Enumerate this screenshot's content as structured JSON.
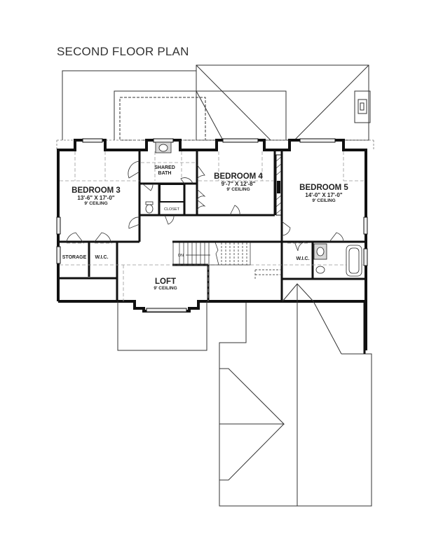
{
  "plan": {
    "title": "SECOND FLOOR PLAN",
    "rooms": {
      "bedroom3": {
        "name": "BEDROOM 3",
        "dims": "13'-6\" X 17'-0\"",
        "ceiling": "9' CEILING"
      },
      "bedroom4": {
        "name": "BEDROOM 4",
        "dims": "9'-7\" X 12'-8\"",
        "ceiling": "9' CEILING"
      },
      "bedroom5": {
        "name": "BEDROOM 5",
        "dims": "14'-0\" X 17'-0\"",
        "ceiling": "9' CEILING"
      },
      "loft": {
        "name": "LOFT",
        "ceiling": "9' CEILING"
      },
      "shared_bath": {
        "line1": "SHARED",
        "line2": "BATH"
      },
      "closet": {
        "name": "CLOSET"
      },
      "storage": {
        "name": "STORAGE"
      },
      "wic_left": {
        "name": "W.I.C."
      },
      "wic_right": {
        "name": "W.I.C."
      },
      "stair": {
        "label": "DN"
      }
    },
    "colors": {
      "wall": "#111111",
      "line": "#333333",
      "dashed": "#999999",
      "fixture_fill": "#d8d8d8"
    }
  }
}
